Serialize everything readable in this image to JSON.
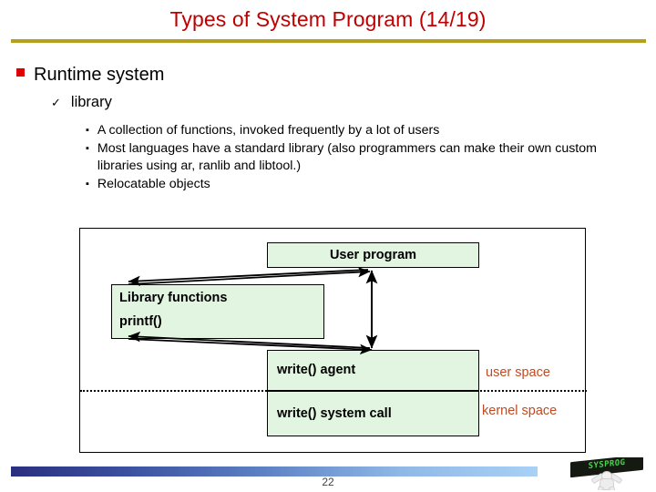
{
  "slide": {
    "title": "Types of System Program (14/19)",
    "page_number": "22",
    "title_color": "#c00000",
    "rule_color": "#b5a01e"
  },
  "outline": {
    "level1": {
      "marker": "square-bullet",
      "text": "Runtime system"
    },
    "level2": {
      "marker": "check-bullet",
      "text": "library"
    },
    "level3": {
      "marker": "small-square-bullet",
      "items": [
        "A collection of functions, invoked frequently by a lot of users",
        "Most languages have a standard library (also programmers can make their own custom libraries using ar, ranlib and libtool.)",
        "Relocatable objects"
      ]
    }
  },
  "diagram": {
    "box_fill": "#e2f5e0",
    "box_border": "#000000",
    "boxes": {
      "user_program": "User program",
      "library_functions_line1": "Library functions",
      "library_functions_line2": "printf()",
      "write_agent": "write() agent",
      "write_system_call": "write() system call"
    },
    "space_labels": {
      "user": "user space",
      "kernel": "kernel space",
      "color": "#c04a22"
    },
    "arrows": [
      {
        "name": "user-program-to-library-functions",
        "double_headed": true
      },
      {
        "name": "user-program-to-write-agent",
        "double_headed": true
      },
      {
        "name": "write-agent-to-library-functions",
        "double_headed": true
      }
    ]
  },
  "footer": {
    "logo_text": "SYSPROG"
  }
}
